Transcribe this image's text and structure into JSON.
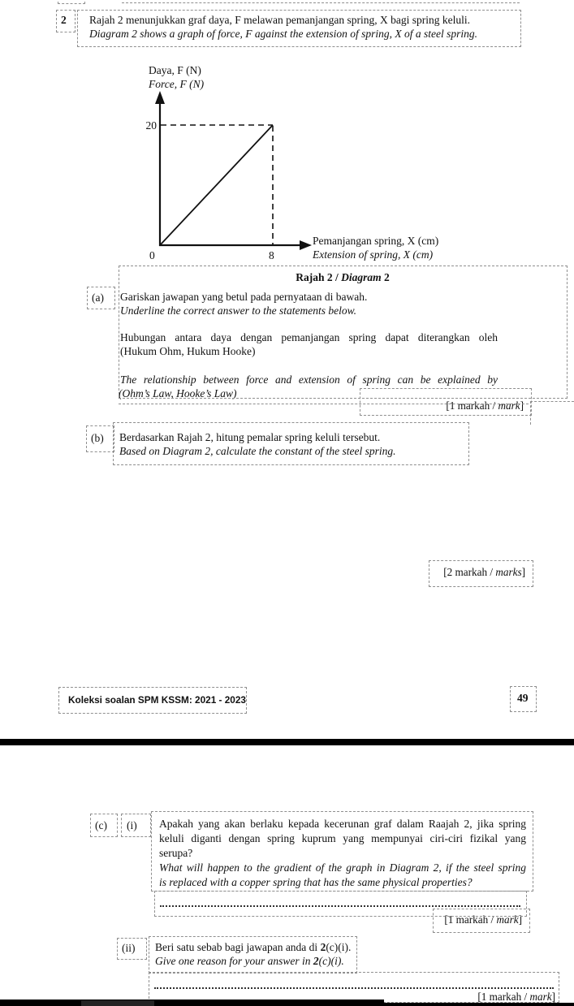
{
  "colors": {
    "dash_border": "#8f8f8f",
    "ink": "#111111",
    "separator": "#000000"
  },
  "question": {
    "number": "2",
    "intro_ms": "Rajah 2 menunjukkan graf daya, F melawan pemanjangan spring, X bagi spring keluli.",
    "intro_en": "Diagram 2 shows a graph of force, F against the extension of spring, X of a steel spring."
  },
  "chart_data": {
    "type": "line",
    "title": "Rajah 2 / Diagram 2",
    "x": [
      0,
      8
    ],
    "y": [
      0,
      20
    ],
    "ylabel_ms": "Daya, F (N)",
    "ylabel_en": "Force, F (N)",
    "xlabel_ms": "Pemanjangan spring, X (cm)",
    "xlabel_en": "Extension of spring, X (cm)",
    "y_tick": "20",
    "x_tick": "8",
    "origin": "0",
    "xlim": [
      0,
      10
    ],
    "ylim": [
      0,
      25
    ],
    "grid": false,
    "legend": "none",
    "annotations": "dashed guide lines from y=20 and x=8 meeting at point (8,20)"
  },
  "caption": {
    "bold": "Rajah 2 / ",
    "bold_italic": "Diagram",
    "bold_end": " 2"
  },
  "part_a": {
    "label": "(a)",
    "inst_ms": "Gariskan jawapan yang betul pada pernyataan di bawah.",
    "inst_en": "Underline the correct answer to the statements below.",
    "stmt_ms_line1": "Hubungan antara daya dengan pemanjangan spring dapat diterangkan oleh",
    "stmt_ms_line2": "(Hukum Ohm, Hukum Hooke)",
    "stmt_en_line1": "The relationship between force and extension of spring can be explained by",
    "stmt_en_line2": "(Ohm’s Law, Hooke’s Law)",
    "marks_pre": "[1 markah / ",
    "marks_italic": "mark",
    "marks_post": "]"
  },
  "part_b": {
    "label": "(b)",
    "text_ms": "Berdasarkan Rajah 2, hitung pemalar spring keluli tersebut.",
    "text_en": "Based on Diagram 2, calculate the constant of the steel spring.",
    "marks_pre": "[2 markah / ",
    "marks_italic": "marks",
    "marks_post": "]"
  },
  "footer": {
    "source": "Koleksi soalan SPM KSSM: 2021 - 2023",
    "page": "49"
  },
  "part_c": {
    "label": "(c)",
    "i": {
      "label": "(i)",
      "ms_lines": [
        "Apakah yang akan berlaku kepada kecerunan graf dalam Raajah 2, jika spring",
        "keluli diganti dengan spring kuprum yang mempunyai ciri-ciri fizikal yang",
        "serupa?"
      ],
      "en_lines": [
        "What will happen to the gradient of the graph in Diagram 2, if the steel spring",
        "is replaced with a copper spring that has the same physical properties?"
      ],
      "marks_pre": "[1 markah / ",
      "marks_italic": "mark",
      "marks_post": "]"
    },
    "ii": {
      "label": "(ii)",
      "ms_pre": "Beri satu sebab bagi jawapan anda di ",
      "ms_bold": "2",
      "ms_post": "(c)(i).",
      "en_pre": "Give one reason for your answer in ",
      "en_bold": "2",
      "en_post": "(c)(i).",
      "marks_pre": "[1 markah / ",
      "marks_italic": "mark",
      "marks_post": "]"
    }
  }
}
